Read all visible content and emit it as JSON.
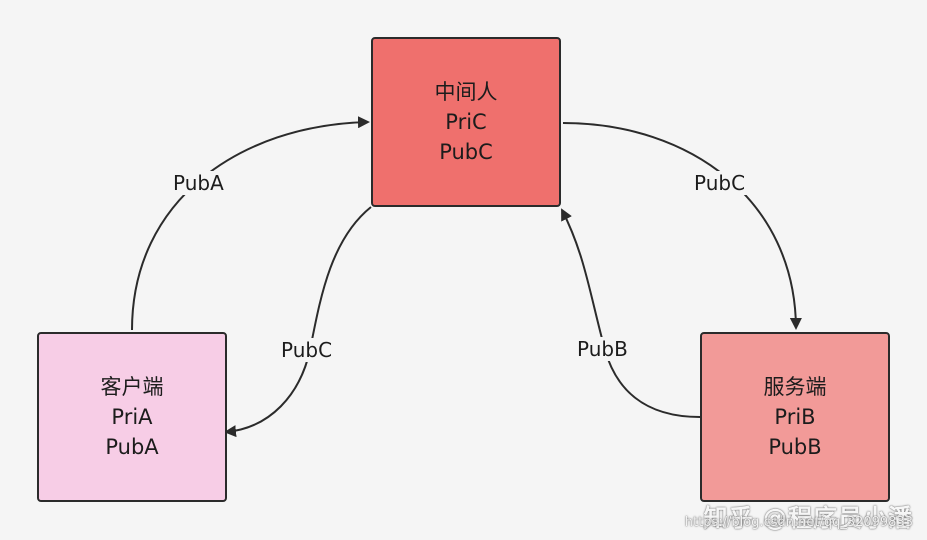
{
  "colors": {
    "background": "#f5f5f5",
    "border": "#2b2b2b",
    "client_fill": "#f7cde6",
    "mitm_fill": "#ef706d",
    "server_fill": "#f29a98"
  },
  "nodes": {
    "client": {
      "name": "客户端",
      "private_key": "PriA",
      "public_key": "PubA"
    },
    "mitm": {
      "name": "中间人",
      "private_key": "PriC",
      "public_key": "PubC"
    },
    "server": {
      "name": "服务端",
      "private_key": "PriB",
      "public_key": "PubB"
    }
  },
  "edges": [
    {
      "from": "client",
      "to": "mitm",
      "label": "PubA"
    },
    {
      "from": "mitm",
      "to": "server",
      "label": "PubC"
    },
    {
      "from": "mitm",
      "to": "client",
      "label": "PubC"
    },
    {
      "from": "server",
      "to": "mitm",
      "label": "PubB"
    }
  ],
  "watermark": {
    "text": "知乎 @程序员小潘",
    "url": "https://blog.csdn.net/qq_32099833"
  }
}
